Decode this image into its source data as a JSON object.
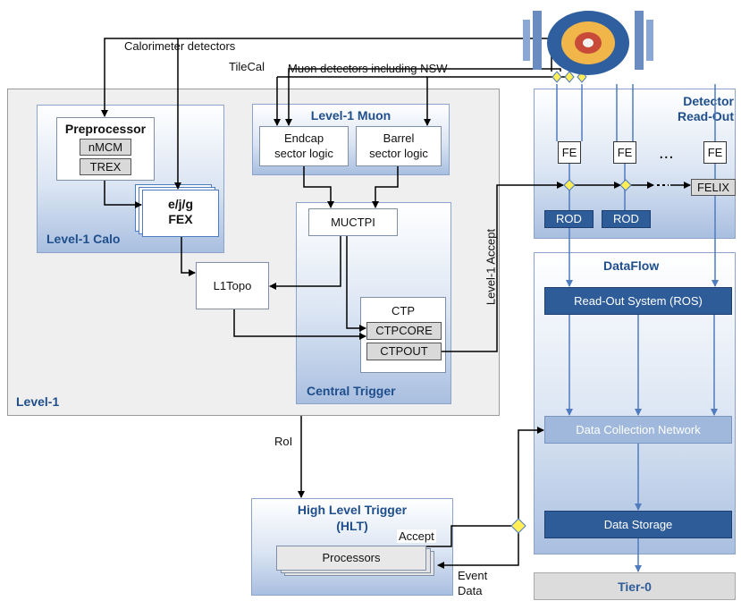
{
  "labels": {
    "calorimeter_detectors": "Calorimeter detectors",
    "tilecal": "TileCal",
    "muon_detectors": "Muon detectors including NSW",
    "level1": "Level-1",
    "level1_calo": "Level-1 Calo",
    "preprocessor": "Preprocessor",
    "nmcm": "nMCM",
    "trex": "TREX",
    "fex_line1": "e/j/g",
    "fex_line2": "FEX",
    "level1_muon": "Level-1 Muon",
    "endcap_line1": "Endcap",
    "endcap_line2": "sector logic",
    "barrel_line1": "Barrel",
    "barrel_line2": "sector logic",
    "muctpi": "MUCTPI",
    "l1topo": "L1Topo",
    "ctp": "CTP",
    "ctpcore": "CTPCORE",
    "ctpout": "CTPOUT",
    "central_trigger": "Central Trigger",
    "level1_accept": "Level-1 Accept",
    "roi": "RoI",
    "hlt_line1": "High Level Trigger",
    "hlt_line2": "(HLT)",
    "accept": "Accept",
    "processors": "Processors",
    "event_line1": "Event",
    "event_line2": "Data",
    "detector_readout_line1": "Detector",
    "detector_readout_line2": "Read-Out",
    "fe": "FE",
    "ellipsis": "...",
    "felix": "FELIX",
    "rod": "ROD",
    "dataflow": "DataFlow",
    "ros": "Read-Out System (ROS)",
    "dcn": "Data Collection Network",
    "data_storage": "Data Storage",
    "tier0": "Tier-0"
  },
  "colors": {
    "title_blue": "#1f4e8c",
    "dark_blue_bar": "#2e5c99",
    "light_blue_bar": "#9fb8dc",
    "arrow_blue": "#4f7bbf",
    "diamond_yellow": "#ffee55",
    "panel_gray": "#efefef"
  }
}
